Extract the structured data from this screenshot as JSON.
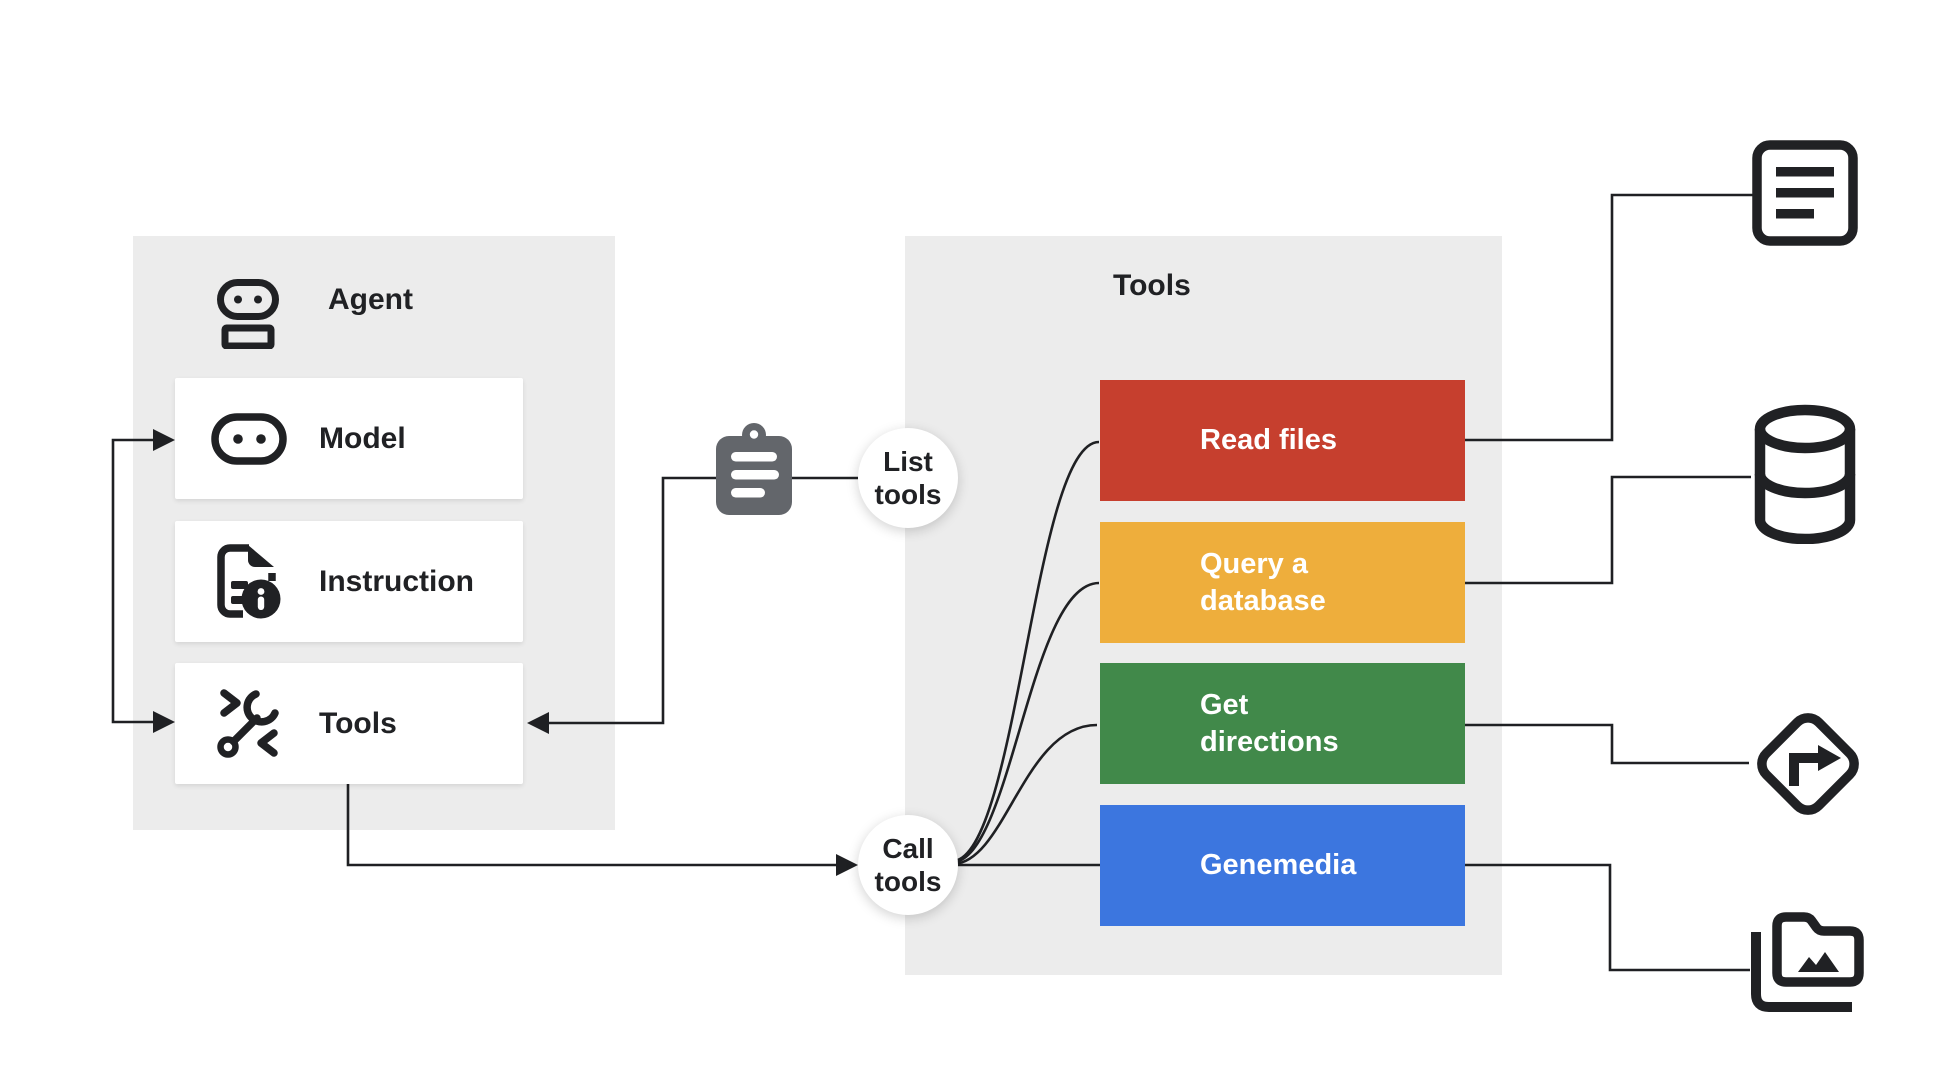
{
  "colors": {
    "panel_bg": "#ECECEC",
    "line": "#1F2023",
    "icon_dark": "#202124",
    "clipboard_gray": "#63666B",
    "tool_red": "#C63F2E",
    "tool_yellow": "#EEAE3C",
    "tool_green": "#41894A",
    "tool_blue": "#3C76DF"
  },
  "agent_panel": {
    "title": "Agent",
    "items": [
      {
        "label": "Model",
        "icon": "robot-face-icon"
      },
      {
        "label": "Instruction",
        "icon": "instruction-doc-icon"
      },
      {
        "label": "Tools",
        "icon": "wrench-code-icon"
      }
    ]
  },
  "flow": {
    "list_tools_label": "List\ntools",
    "call_tools_label": "Call\ntools"
  },
  "tools_panel": {
    "title": "Tools",
    "tools": [
      {
        "label": "Read files",
        "color": "#C63F2E",
        "target_icon": "document-lines-icon"
      },
      {
        "label": "Query a\ndatabase",
        "color": "#EEAE3C",
        "target_icon": "database-icon"
      },
      {
        "label": "Get\ndirections",
        "color": "#41894A",
        "target_icon": "turn-right-directions-icon"
      },
      {
        "label": "Genemedia",
        "color": "#3C76DF",
        "target_icon": "photo-library-icon"
      }
    ]
  }
}
